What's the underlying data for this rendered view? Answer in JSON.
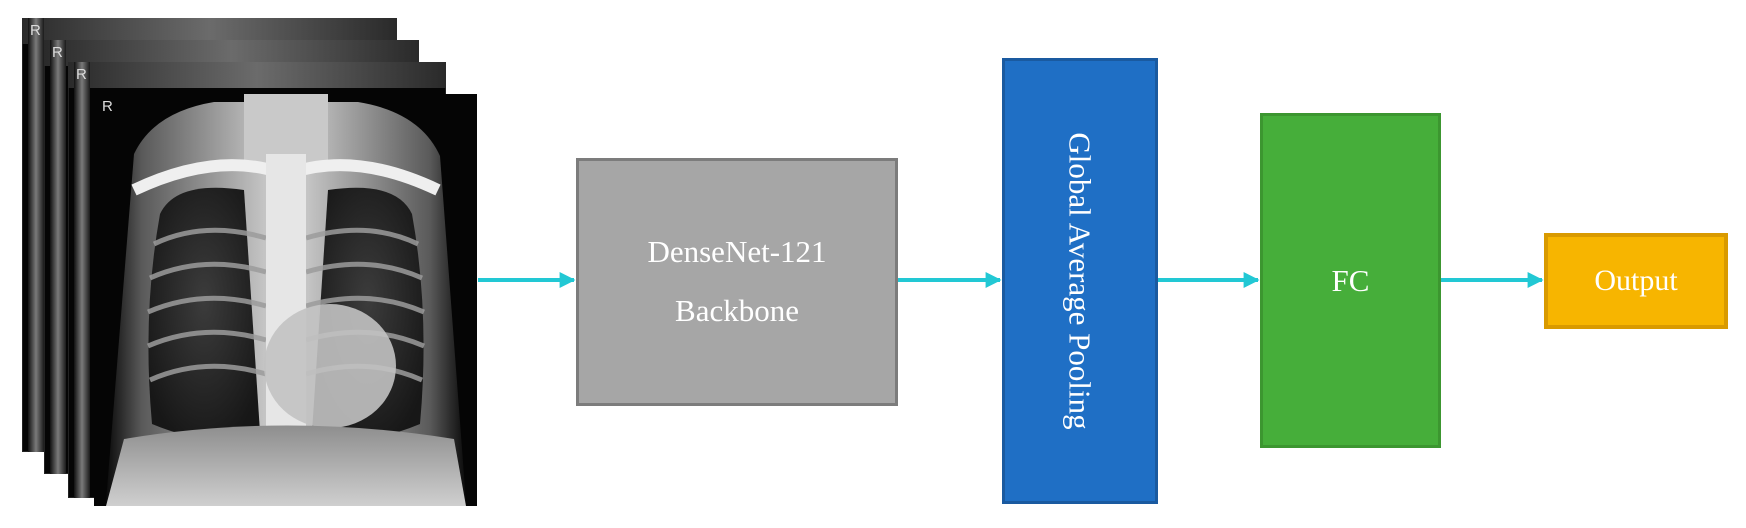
{
  "diagram": {
    "input": {
      "image_count": 4,
      "view_marker": "R"
    },
    "nodes": [
      {
        "id": "backbone",
        "lines": [
          "DenseNet-121",
          "Backbone"
        ],
        "color": "#a6a6a6"
      },
      {
        "id": "gap",
        "label": "Global Average Pooling",
        "color": "#1f6fc5"
      },
      {
        "id": "fc",
        "label": "FC",
        "color": "#46ae3a"
      },
      {
        "id": "output",
        "label": "Output",
        "color": "#f7b500"
      }
    ],
    "edges": [
      {
        "from": "input",
        "to": "backbone"
      },
      {
        "from": "backbone",
        "to": "gap"
      },
      {
        "from": "gap",
        "to": "fc"
      },
      {
        "from": "fc",
        "to": "output"
      }
    ],
    "arrow_color": "#22c8d4"
  }
}
